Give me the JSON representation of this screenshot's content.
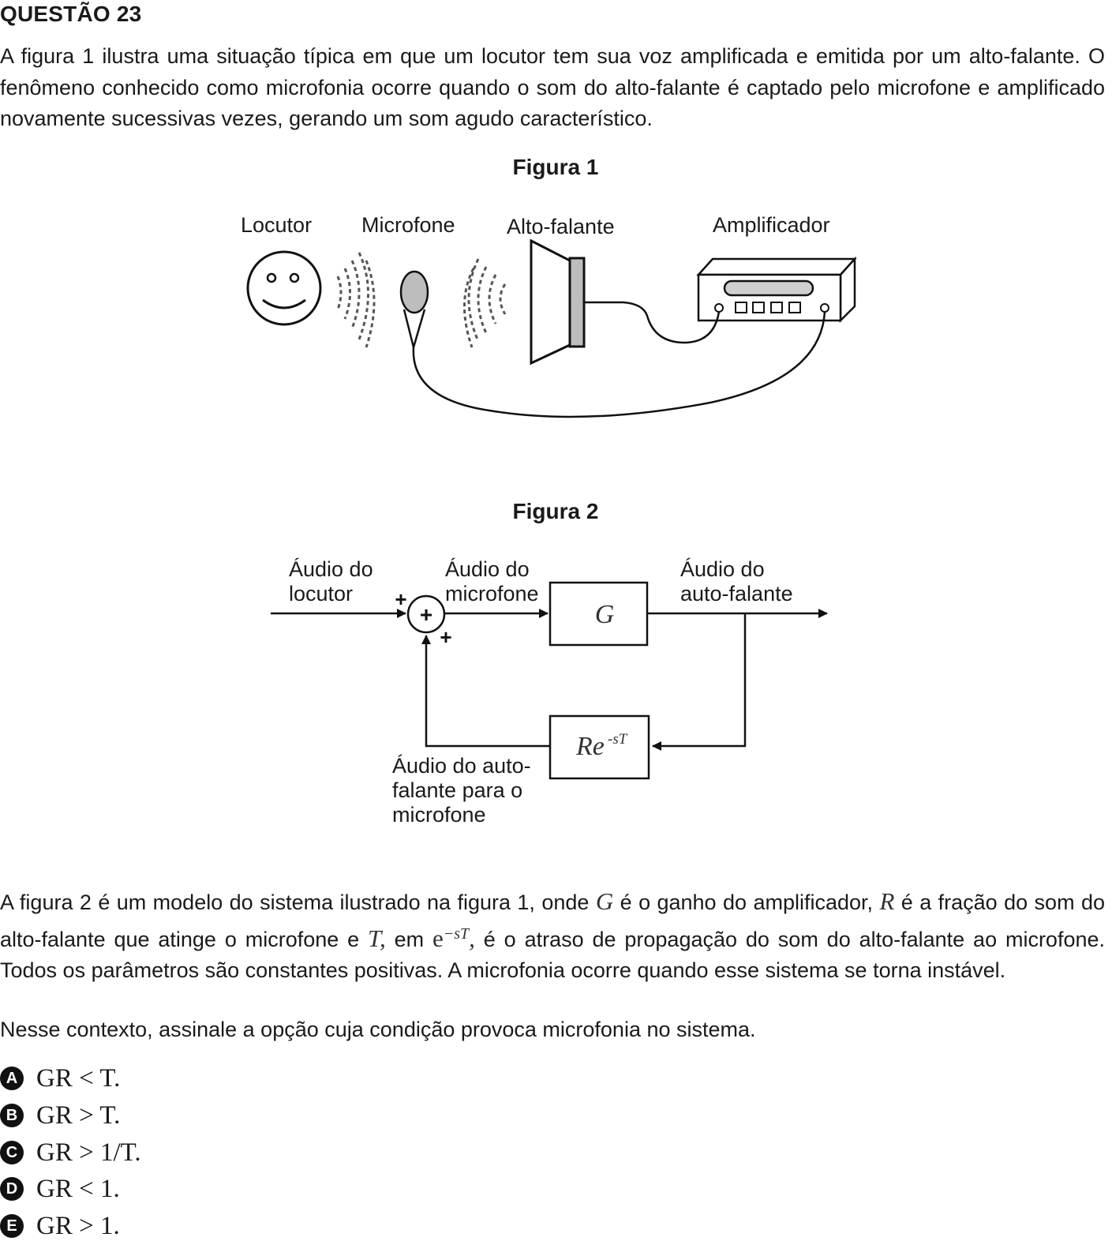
{
  "question": {
    "title": "QUESTÃO 23",
    "intro": "A figura 1 ilustra uma situação típica em que um locutor tem sua voz amplificada e emitida por um alto-falante. O fenômeno conhecido como microfonia ocorre quando o som do alto-falante é captado pelo microfone e amplificado novamente sucessivas vezes, gerando um som agudo característico."
  },
  "figure1": {
    "title": "Figura 1",
    "labels": {
      "locutor": "Locutor",
      "microfone": "Microfone",
      "alto_falante": "Alto-falante",
      "amplificador": "Amplificador"
    }
  },
  "figure2": {
    "title": "Figura 2",
    "audio_locutor": [
      "Áudio do",
      "locutor"
    ],
    "audio_microfone": [
      "Áudio do",
      "microfone"
    ],
    "audio_auto_falante": [
      "Áudio do",
      "auto-falante"
    ],
    "feedback_label": [
      "Áudio do auto-",
      "falante para o",
      "microfone"
    ],
    "block_G": "G",
    "block_R": "Re",
    "block_R_exp": "-sT",
    "sum_symbol": "+",
    "sign_top": "+",
    "sign_bottom": "+"
  },
  "body": {
    "p2_a": "A figura 2 é um modelo do sistema ilustrado na figura 1, onde ",
    "sym_G": "G",
    "p2_b": " é o ganho do amplificador, ",
    "sym_R": "R",
    "p2_c": " é a fração do som do alto-falante que atinge o microfone e ",
    "sym_T": "T,",
    "p2_d": " em ",
    "sym_e": "e",
    "sym_exp": "−sT",
    "sym_comma": ",",
    "p2_e": " é o atraso de propagação do som do alto-falante ao microfone. Todos os parâmetros são constantes positivas. A microfonia ocorre quando esse sistema se torna instável.",
    "p3": "Nesse contexto, assinale a opção cuja condição provoca microfonia no sistema."
  },
  "options": [
    {
      "letter": "A",
      "text": "GR < T."
    },
    {
      "letter": "B",
      "text": "GR > T."
    },
    {
      "letter": "C",
      "text": "GR > 1/T."
    },
    {
      "letter": "D",
      "text": "GR < 1."
    },
    {
      "letter": "E",
      "text": "GR > 1."
    }
  ]
}
